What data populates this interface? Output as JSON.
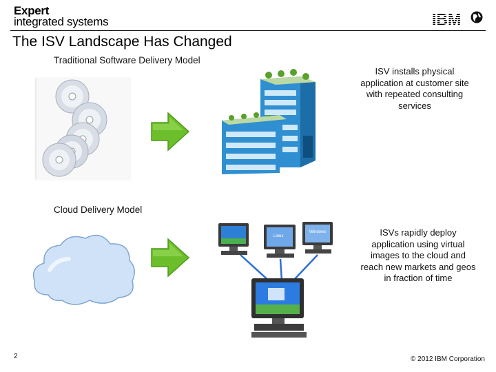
{
  "header": {
    "brand_line1": "Expert",
    "brand_line2": "integrated systems",
    "title": "The ISV Landscape Has Changed",
    "logo_text": "IBM"
  },
  "traditional": {
    "label": "Traditional Software Delivery Model",
    "description_lines": [
      "ISV installs physical",
      "application at customer site",
      "with repeated consulting",
      "services"
    ]
  },
  "cloud": {
    "label": "Cloud Delivery Model",
    "description_lines": [
      "ISVs rapidly deploy",
      "application using virtual",
      "images to the cloud and",
      "reach new markets and geos",
      "in fraction of time"
    ],
    "monitor_labels": [
      "Linux",
      "Windows"
    ]
  },
  "footer": {
    "page_number": "2",
    "copyright": "© 2012 IBM Corporation"
  },
  "colors": {
    "arrow_green": "#6cbf2a",
    "building_blue": "#2f8fd0",
    "cloud_blue": "#cfe2f8"
  }
}
